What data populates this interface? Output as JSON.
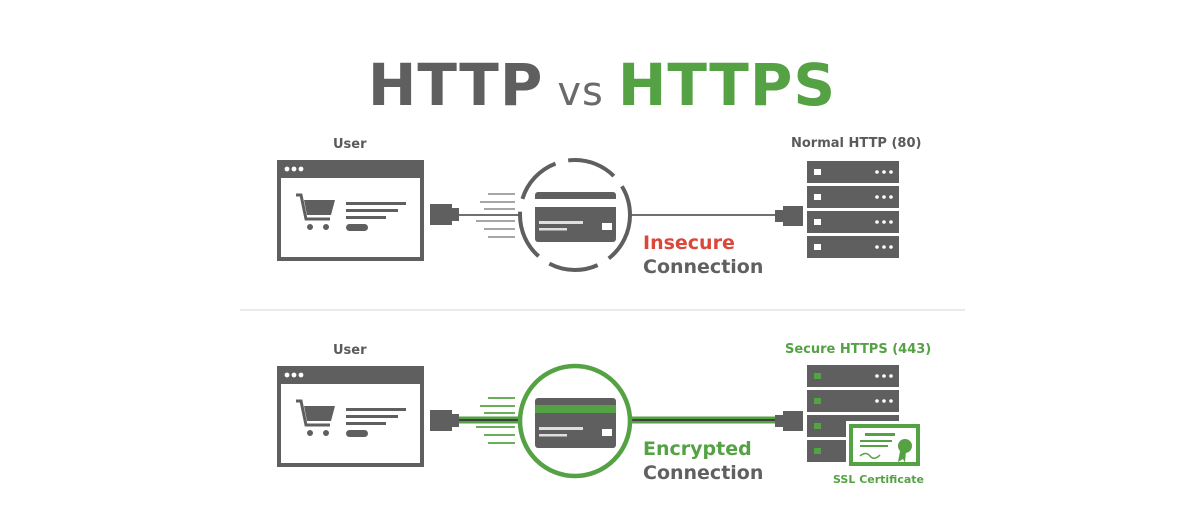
{
  "title": {
    "http": "HTTP",
    "vs": "vs",
    "https": "HTTPS"
  },
  "http_row": {
    "user_label": "User",
    "server_label": "Normal HTTP (80)",
    "status_line1": "Insecure",
    "status_line2": "Connection"
  },
  "https_row": {
    "user_label": "User",
    "server_label": "Secure HTTPS (443)",
    "status_line1": "Encrypted",
    "status_line2": "Connection",
    "certificate_label": "SSL Certificate"
  },
  "icons": [
    "browser-window-icon",
    "shopping-cart-icon",
    "usb-plug-icon",
    "credit-card-icon",
    "server-rack-icon",
    "ssl-certificate-icon"
  ],
  "colors": {
    "gray": "#5f5f5f",
    "green": "#55a244",
    "red": "#d9483b"
  }
}
